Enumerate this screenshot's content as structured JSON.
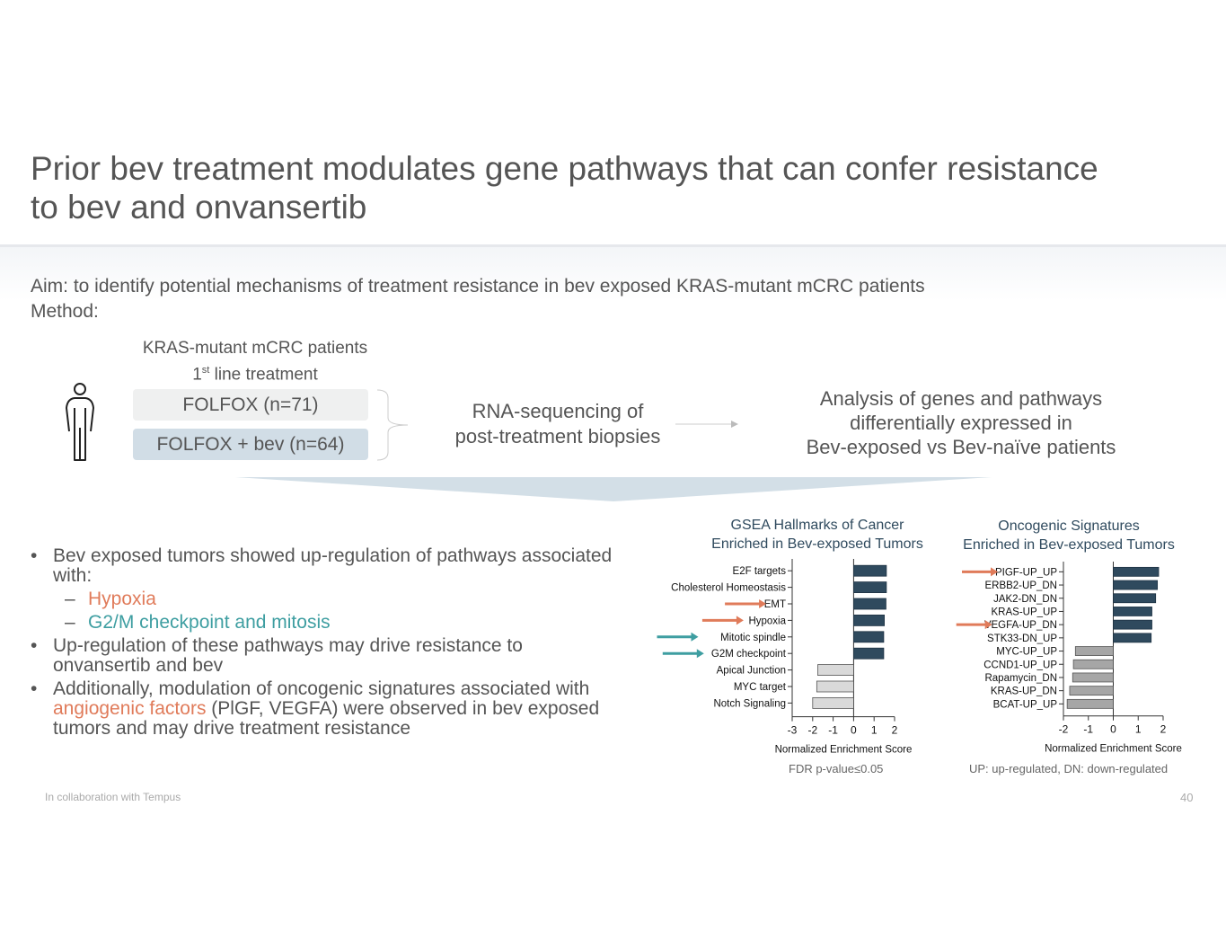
{
  "slide": {
    "title": "Prior bev treatment modulates gene pathways that can confer resistance to bev and onvansertib",
    "aim": "Aim: to identify potential mechanisms of treatment resistance in bev exposed KRAS-mutant mCRC patients",
    "method": "Method:",
    "footer": "In collaboration with Tempus",
    "page_number": "40"
  },
  "method_flow": {
    "cohort_line1": "KRAS-mutant mCRC patients",
    "cohort_line2_num": "1",
    "cohort_line2_sup": "st",
    "cohort_line2_rest": " line treatment",
    "arm1": "FOLFOX (n=71)",
    "arm2": "FOLFOX + bev (n=64)",
    "step2_line1": "RNA-sequencing of",
    "step2_line2": "post-treatment biopsies",
    "step3_line1": "Analysis of genes and pathways",
    "step3_line2": "differentially expressed in",
    "step3_line3": "Bev-exposed vs Bev-naïve patients"
  },
  "bullets": {
    "b1": "Bev exposed tumors showed up-regulation of pathways associated with:",
    "b1_sub1": "Hypoxia",
    "b1_sub2": "G2/M checkpoint and mitosis",
    "b2": "Up-regulation of these pathways may drive resistance to onvansertib and bev",
    "b3_pre": "Additionally, modulation of oncogenic signatures associated with ",
    "b3_hl": "angiogenic factors",
    "b3_post": " (PlGF, VEGFA) were observed in bev exposed tumors and may drive treatment resistance",
    "bullet_char": "•",
    "dash_char": "–"
  },
  "colors": {
    "up_bar": "#2f4a5e",
    "down_bar_chart1": "#d9d9d9",
    "down_bar_chart2": "#a6a6a6",
    "orange_arrow": "#e07b5a",
    "teal_arrow": "#3e9ea1"
  },
  "chart_data": [
    {
      "type": "bar",
      "orientation": "horizontal",
      "title": "GSEA Hallmarks of Cancer Enriched in Bev-exposed Tumors",
      "title_line1": "GSEA Hallmarks of Cancer",
      "title_line2": "Enriched in Bev-exposed Tumors",
      "xlabel": "Normalized Enrichment  Score",
      "ylabel": "",
      "xlim": [
        -3,
        2
      ],
      "xticks": [
        -3,
        -2,
        -1,
        0,
        1,
        2
      ],
      "grid": false,
      "note": "FDR p-value≤0.05",
      "categories": [
        "E2F targets",
        "Cholesterol Homeostasis",
        "EMT",
        "Hypoxia",
        "Mitotic spindle",
        "G2M checkpoint",
        "Apical Junction",
        "MYC target",
        "Notch Signaling"
      ],
      "values": [
        1.6,
        1.6,
        1.58,
        1.5,
        1.47,
        1.47,
        -1.75,
        -1.8,
        -2.0
      ],
      "highlight_arrows": {
        "EMT": "orange",
        "Hypoxia": "orange",
        "Mitotic spindle": "teal",
        "G2M checkpoint": "teal"
      }
    },
    {
      "type": "bar",
      "orientation": "horizontal",
      "title": "Oncogenic Signatures Enriched in Bev-exposed Tumors",
      "title_line1": "Oncogenic Signatures",
      "title_line2": "Enriched in Bev-exposed Tumors",
      "xlabel": "Normalized Enrichment  Score",
      "ylabel": "",
      "xlim": [
        -2,
        2
      ],
      "xticks": [
        -2,
        -1,
        0,
        1,
        2
      ],
      "grid": false,
      "note": "UP: up-regulated, DN: down-regulated",
      "categories": [
        "PIGF-UP_UP",
        "ERBB2-UP_DN",
        "JAK2-DN_DN",
        "KRAS-UP_UP",
        "VEGFA-UP_DN",
        "STK33-DN_UP",
        "MYC-UP_UP",
        "CCND1-UP_UP",
        "Rapamycin_DN",
        "KRAS-UP_DN",
        "BCAT-UP_UP"
      ],
      "values": [
        1.82,
        1.77,
        1.7,
        1.55,
        1.55,
        1.52,
        -1.52,
        -1.6,
        -1.63,
        -1.75,
        -1.85
      ],
      "highlight_arrows": {
        "PIGF-UP_UP": "orange",
        "VEGFA-UP_DN": "orange"
      }
    }
  ]
}
